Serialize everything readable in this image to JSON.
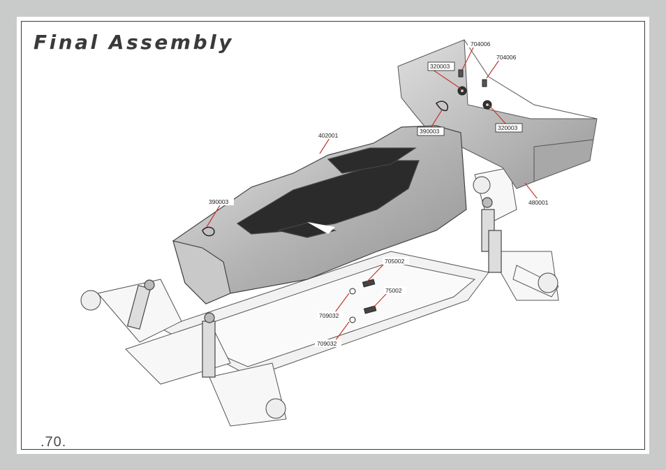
{
  "page": {
    "title": "Final Assembly",
    "page_number": ".70."
  },
  "callouts": [
    {
      "id": "c-704006-a",
      "label": "704006"
    },
    {
      "id": "c-704006-b",
      "label": "704006"
    },
    {
      "id": "c-320003-a",
      "label": "320003"
    },
    {
      "id": "c-320003-b",
      "label": "320003"
    },
    {
      "id": "c-390003-a",
      "label": "390003"
    },
    {
      "id": "c-390003-b",
      "label": "390003"
    },
    {
      "id": "c-402001",
      "label": "402001"
    },
    {
      "id": "c-480001",
      "label": "480001"
    },
    {
      "id": "c-705002",
      "label": "705002"
    },
    {
      "id": "c-75002",
      "label": "75002"
    },
    {
      "id": "c-709032-a",
      "label": "709032"
    },
    {
      "id": "c-709032-b",
      "label": "709032"
    }
  ],
  "colors": {
    "leader_line": "#c0392b",
    "body_shell": "#b5b5b5",
    "window": "#2b2b2b"
  }
}
